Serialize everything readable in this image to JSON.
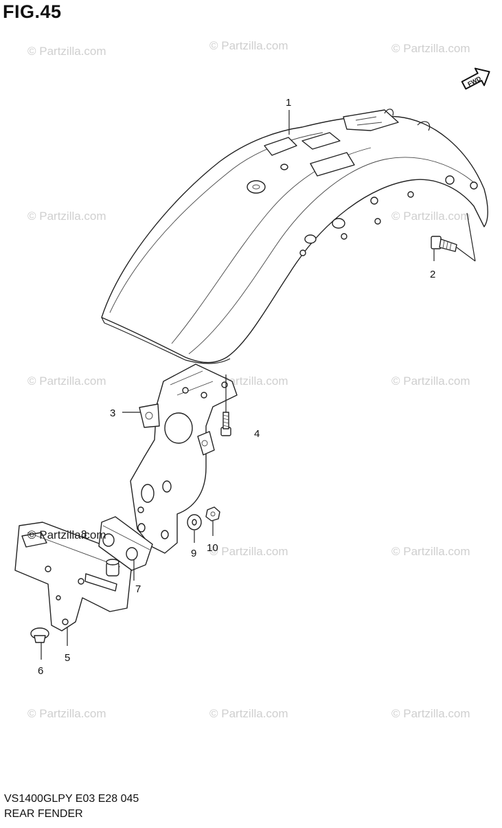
{
  "figure": {
    "title": "FIG.45",
    "model_code": "VS1400GLPY E03 E28  045",
    "section_name": "REAR FENDER",
    "direction_label": "FWD"
  },
  "watermark": {
    "text": "© Partzilla.com",
    "highlight_text": "© Partzilla.com"
  },
  "callouts": [
    "1",
    "2",
    "3",
    "4",
    "5",
    "6",
    "7",
    "8",
    "9",
    "10"
  ]
}
